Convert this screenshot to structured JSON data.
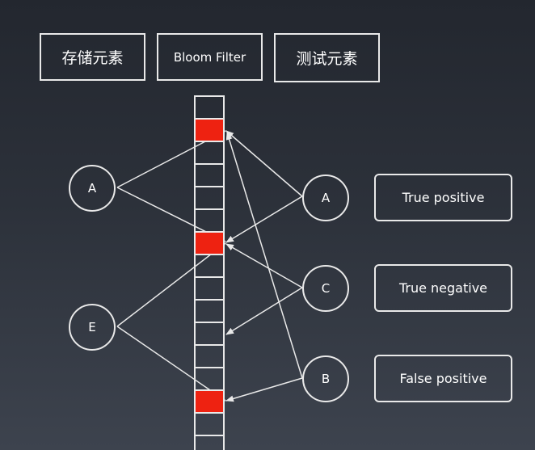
{
  "headers": {
    "store": "存储元素",
    "filter": "Bloom Filter",
    "test": "测试元素"
  },
  "stored_elements": [
    {
      "label": "A"
    },
    {
      "label": "E"
    }
  ],
  "test_elements": [
    {
      "label": "A",
      "result": "True positive"
    },
    {
      "label": "C",
      "result": "True negative"
    },
    {
      "label": "B",
      "result": "False positive"
    }
  ],
  "bit_array": {
    "set_color": "#ee2211",
    "line_color": "#e9e9e9",
    "set_bits": [
      1,
      6,
      13
    ]
  }
}
